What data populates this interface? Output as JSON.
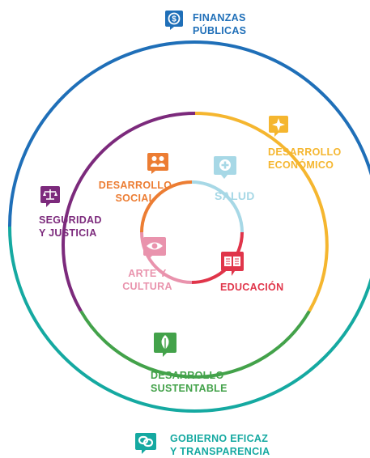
{
  "outer": {
    "top": {
      "line1": "FINANZAS",
      "line2": "PÚBLICAS",
      "color": "#1f6fb8",
      "icon": "dollar-icon"
    },
    "bottom": {
      "line1": "GOBIERNO EFICAZ",
      "line2": "Y TRANSPARENCIA",
      "color": "#15a9a1",
      "icon": "chat-link-icon"
    }
  },
  "middle": {
    "desarrollo_economico": {
      "line1": "DESARROLLO",
      "line2": "ECONÓMICO",
      "color": "#f5b62f",
      "icon": "sparkle-icon"
    },
    "seguridad": {
      "line1": "SEGURIDAD",
      "line2": "Y JUSTICIA",
      "color": "#7c2a7c",
      "icon": "scales-icon"
    },
    "sustentable": {
      "line1": "DESARROLLO",
      "line2": "SUSTENTABLE",
      "color": "#43a24a",
      "icon": "leaf-icon"
    }
  },
  "inner": {
    "desarrollo_social": {
      "line1": "DESARROLLO",
      "line2": "SOCIAL",
      "color": "#ec7d33",
      "icon": "people-icon"
    },
    "salud": {
      "line1": "SALUD",
      "color": "#a7d8e6",
      "icon": "health-cross-icon"
    },
    "arte": {
      "line1": "ARTE Y",
      "line2": "CULTURA",
      "color": "#e993ad",
      "icon": "eye-icon"
    },
    "educacion": {
      "line1": "EDUCACIÓN",
      "color": "#e0354a",
      "icon": "book-icon"
    }
  }
}
